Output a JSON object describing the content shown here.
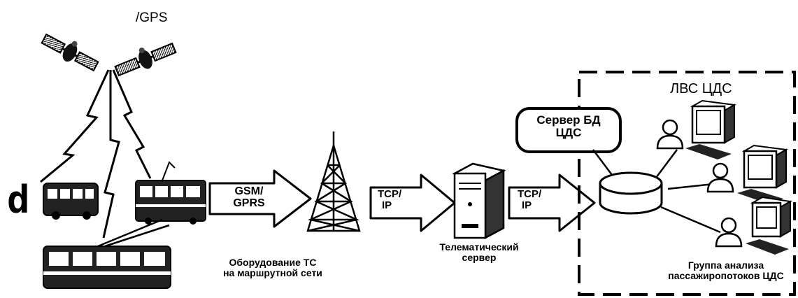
{
  "labels": {
    "gps": "/GPS",
    "bus_letter": "d",
    "gsm": [
      "GSM/",
      "GPRS"
    ],
    "tcp_1": [
      "TCP/",
      "IP"
    ],
    "tcp_2": [
      "TCP/",
      "IP"
    ],
    "equipment": [
      "Оборудование ТС",
      "на маршрутной сети"
    ],
    "telematic_server": [
      "Телематический",
      "сервер"
    ],
    "lan": "ЛВС ЦДС",
    "db_server": [
      "Сервер БД",
      "ЦДС"
    ],
    "analysis_group": [
      "Группа анализа",
      "пассажиропотоков ЦДС"
    ]
  },
  "icons": [
    "satellite-icon",
    "bus-icon",
    "tram-icon",
    "trolleybus-icon",
    "radio-tower-icon",
    "server-icon",
    "database-icon",
    "user-icon",
    "monitor-icon"
  ]
}
